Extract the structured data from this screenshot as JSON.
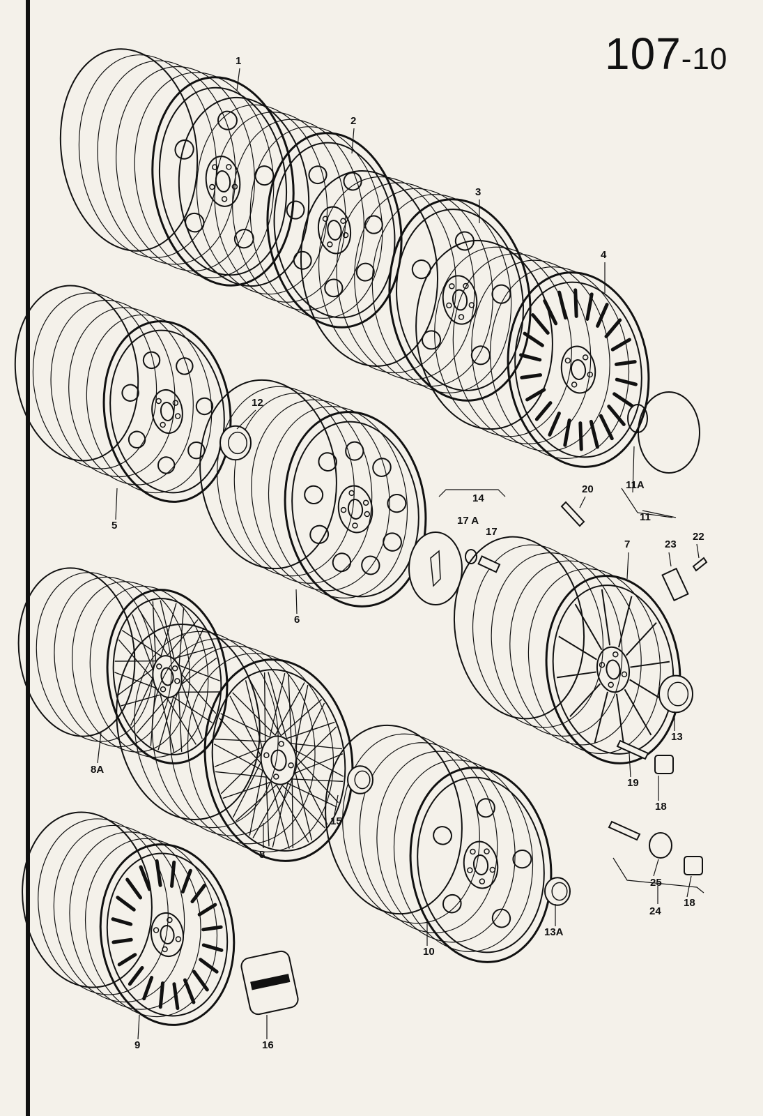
{
  "page_number": "107",
  "page_suffix": "-10",
  "callouts": [
    {
      "id": "c1",
      "label": "1"
    },
    {
      "id": "c2",
      "label": "2"
    },
    {
      "id": "c3",
      "label": "3"
    },
    {
      "id": "c4",
      "label": "4"
    },
    {
      "id": "c5",
      "label": "5"
    },
    {
      "id": "c6",
      "label": "6"
    },
    {
      "id": "c7",
      "label": "7"
    },
    {
      "id": "c8",
      "label": "8"
    },
    {
      "id": "c8a",
      "label": "8A"
    },
    {
      "id": "c9",
      "label": "9"
    },
    {
      "id": "c10",
      "label": "10"
    },
    {
      "id": "c11",
      "label": "11"
    },
    {
      "id": "c11a",
      "label": "11A"
    },
    {
      "id": "c12",
      "label": "12"
    },
    {
      "id": "c13",
      "label": "13"
    },
    {
      "id": "c13a",
      "label": "13A"
    },
    {
      "id": "c14",
      "label": "14"
    },
    {
      "id": "c15",
      "label": "15"
    },
    {
      "id": "c16",
      "label": "16"
    },
    {
      "id": "c17",
      "label": "17"
    },
    {
      "id": "c17a",
      "label": "17 A"
    },
    {
      "id": "c18",
      "label": "18"
    },
    {
      "id": "c18b",
      "label": "18"
    },
    {
      "id": "c19",
      "label": "19"
    },
    {
      "id": "c20",
      "label": "20"
    },
    {
      "id": "c22",
      "label": "22"
    },
    {
      "id": "c23",
      "label": "23"
    },
    {
      "id": "c24",
      "label": "24"
    },
    {
      "id": "c25",
      "label": "25"
    }
  ]
}
